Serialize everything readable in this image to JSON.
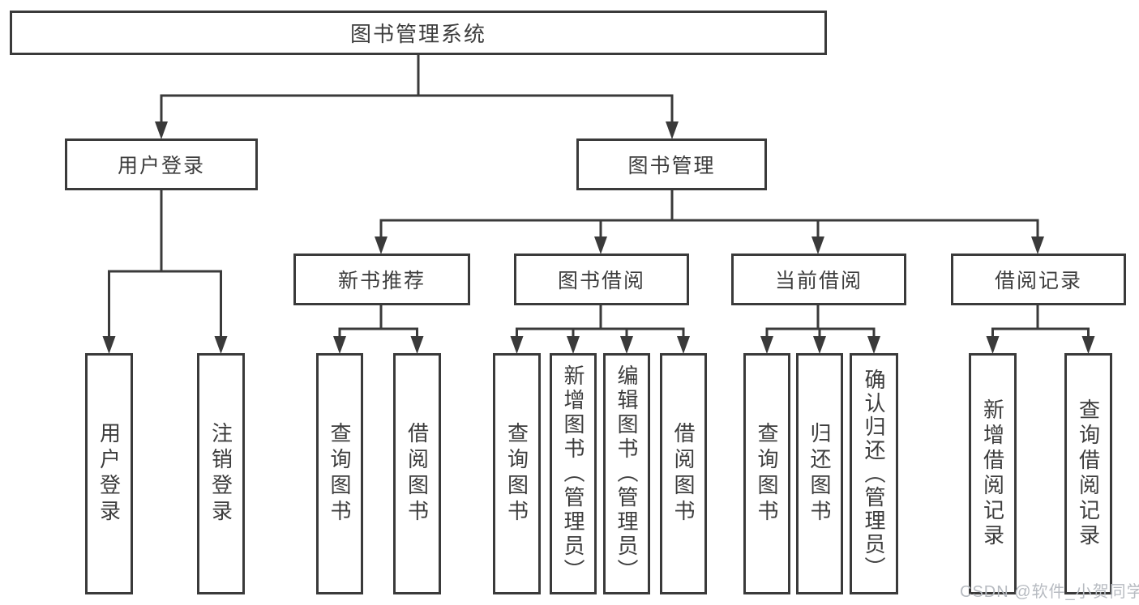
{
  "diagram": {
    "title": "图书管理系统",
    "level2": [
      "用户登录",
      "图书管理"
    ],
    "level3": [
      "新书推荐",
      "图书借阅",
      "当前借阅",
      "借阅记录"
    ],
    "leaves": {
      "user_login": [
        "用户登录",
        "注销登录"
      ],
      "new_book_recommend": [
        "查询图书",
        "借阅图书"
      ],
      "book_borrow": [
        "查询图书",
        "新增图书（管理员）",
        "编辑图书（管理员）",
        "借阅图书"
      ],
      "current_borrow": [
        "查询图书",
        "归还图书",
        "确认归还（管理员）"
      ],
      "borrow_records": [
        "新增借阅记录",
        "查询借阅记录"
      ]
    }
  },
  "watermark": {
    "text": "CSDN @软件_小贺同学"
  },
  "colors": {
    "line": "#3a3a3a",
    "box_border": "#3a3a3a",
    "box_fill": "#ffffff",
    "text": "#3d3d3d",
    "watermark": "#b7bbc1",
    "background": "#ffffff"
  }
}
